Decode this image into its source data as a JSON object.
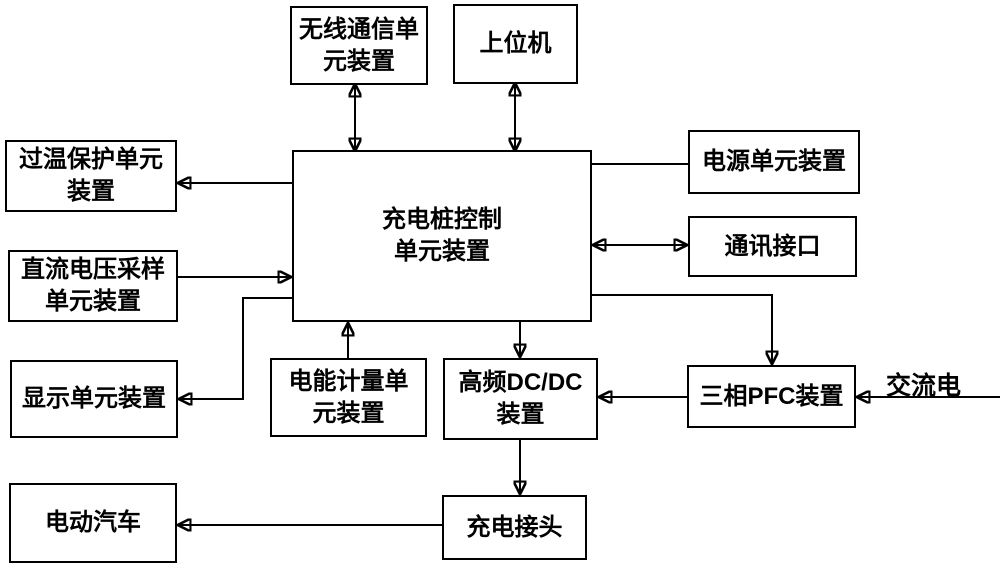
{
  "diagram": {
    "nodes": {
      "wireless": {
        "label": "无线通信单\n元装置"
      },
      "host": {
        "label": "上位机"
      },
      "overtemp": {
        "label": "过温保护单元\n装置"
      },
      "dc_sampling": {
        "label": "直流电压采样\n单元装置"
      },
      "display": {
        "label": "显示单元装置"
      },
      "ev": {
        "label": "电动汽车"
      },
      "control": {
        "label": "充电桩控制\n单元装置"
      },
      "power": {
        "label": "电源单元装置"
      },
      "comm": {
        "label": "通讯接口"
      },
      "metering": {
        "label": "电能计量单\n元装置"
      },
      "dcdc": {
        "label": "高频DC/DC\n装置"
      },
      "pfc": {
        "label": "三相PFC装置"
      },
      "connector": {
        "label": "充电接头"
      },
      "ac_input": {
        "label": "交流电"
      }
    },
    "edges": [
      {
        "from": "wireless",
        "to": "control",
        "type": "bidirectional-arrow"
      },
      {
        "from": "host",
        "to": "control",
        "type": "bidirectional-arrow"
      },
      {
        "from": "control",
        "to": "overtemp",
        "type": "arrow"
      },
      {
        "from": "power",
        "to": "control",
        "type": "line"
      },
      {
        "from": "control",
        "to": "comm",
        "type": "bidirectional-arrow"
      },
      {
        "from": "dc_sampling",
        "to": "control",
        "type": "arrow"
      },
      {
        "from": "control",
        "to": "display",
        "type": "arrow"
      },
      {
        "from": "metering",
        "to": "control",
        "type": "arrow"
      },
      {
        "from": "control",
        "to": "dcdc",
        "type": "arrow"
      },
      {
        "from": "control",
        "to": "pfc",
        "type": "arrow"
      },
      {
        "from": "ac_input",
        "to": "pfc",
        "type": "arrow"
      },
      {
        "from": "pfc",
        "to": "dcdc",
        "type": "arrow"
      },
      {
        "from": "dcdc",
        "to": "connector",
        "type": "arrow"
      },
      {
        "from": "connector",
        "to": "ev",
        "type": "arrow"
      }
    ],
    "colors": {
      "line": "#000000",
      "background": "#ffffff",
      "text": "#000000"
    }
  }
}
